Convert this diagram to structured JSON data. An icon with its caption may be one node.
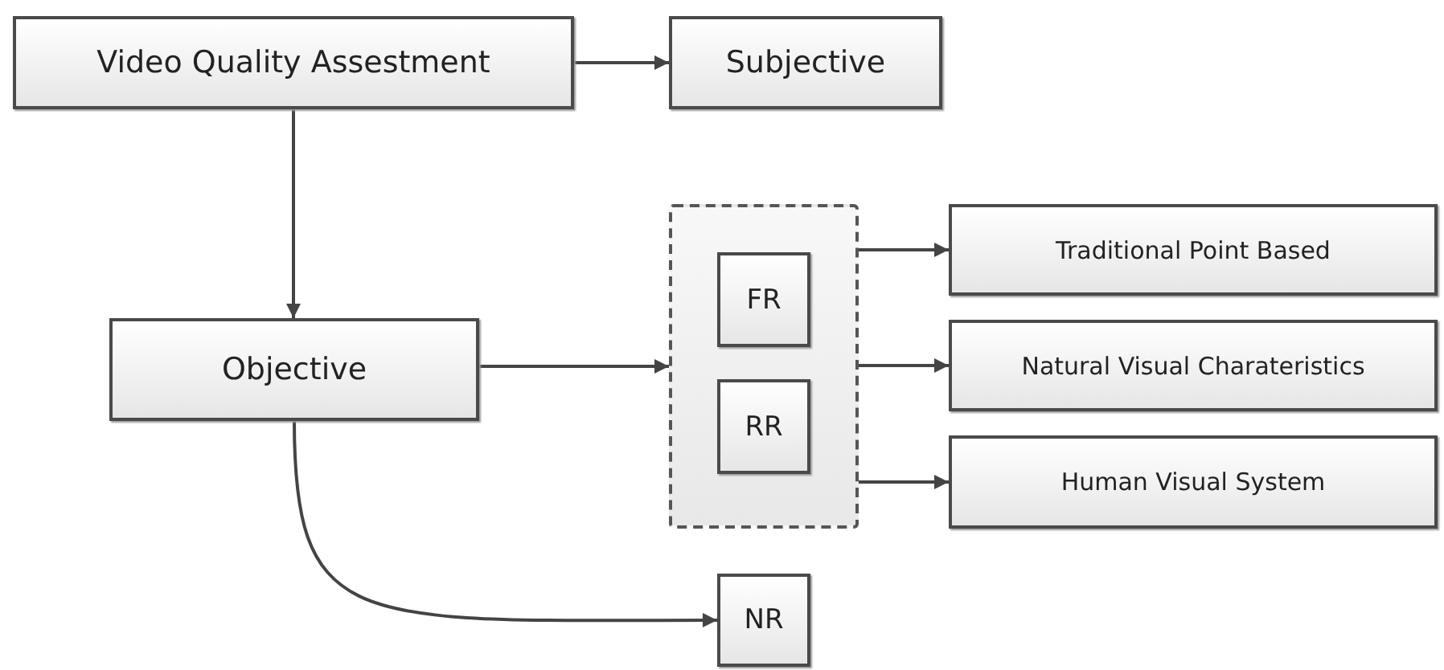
{
  "diagram": {
    "nodes": [
      {
        "text": [
          "Video Quality Assestment"
        ]
      },
      {
        "text": [
          "Subjective"
        ]
      },
      {
        "text": [
          "Objective"
        ]
      },
      {
        "text": [],
        "shape": "box"
      },
      {
        "text": [
          "FR"
        ],
        "in": 3
      },
      {
        "text": [
          "RR"
        ],
        "in": 3
      },
      {
        "text": [
          "Traditional Point Based"
        ]
      },
      {
        "text": [
          "Natural Visual Charateristics"
        ]
      },
      {
        "text": [
          "Human Visual System"
        ]
      },
      {
        "text": [
          "NR"
        ]
      }
    ],
    "edges": [
      {
        "from": 0,
        "to": 1,
        "arrow": "to"
      },
      {
        "from": 0,
        "to": 2,
        "arrow": "to"
      },
      {
        "from": 2,
        "to": 3,
        "arrow": "to"
      },
      {
        "from": 3,
        "to": 6,
        "arrow": "to"
      },
      {
        "from": 3,
        "to": 7,
        "arrow": "to"
      },
      {
        "from": 3,
        "to": 8,
        "arrow": "to"
      },
      {
        "from": 2,
        "to": 9,
        "arrow": "to"
      }
    ]
  }
}
